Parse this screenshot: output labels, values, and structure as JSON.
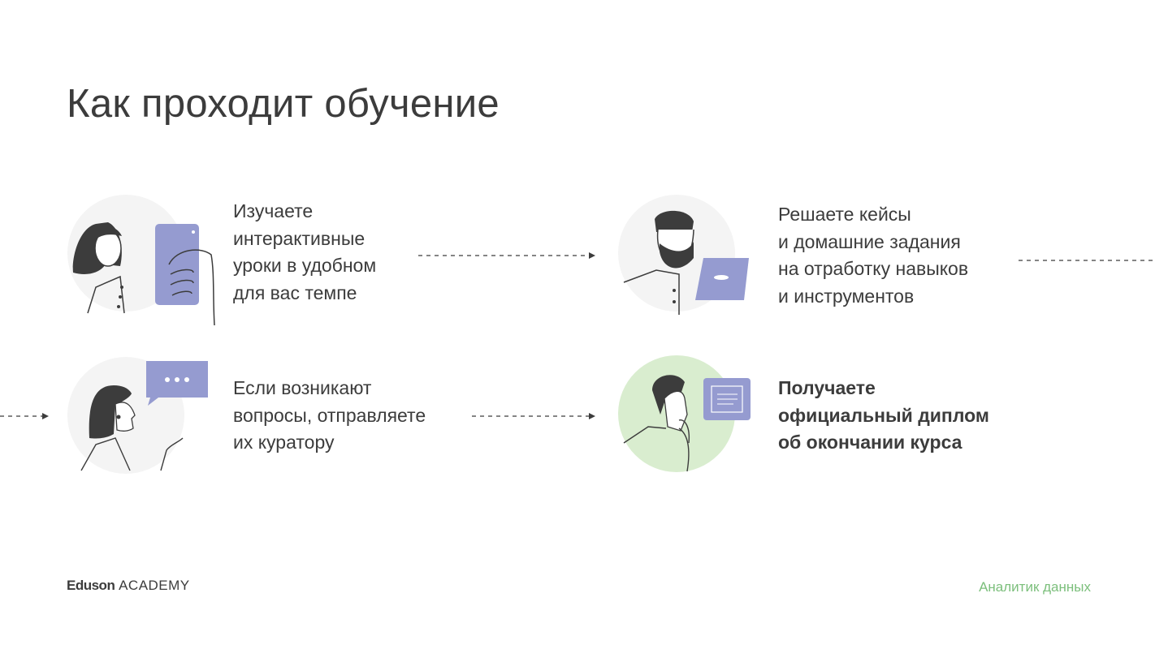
{
  "title": "Как проходит обучение",
  "steps": [
    {
      "lines": [
        "Изучаете",
        "интерактивные",
        "уроки в удобном",
        "для вас темпе"
      ],
      "icon": "woman-with-phone-illustration"
    },
    {
      "lines": [
        "Решаете кейсы",
        "и домашние задания",
        "на отработку навыков",
        "и инструментов"
      ],
      "icon": "man-with-laptop-illustration"
    },
    {
      "lines": [
        "Если возникают",
        "вопросы, отправляете",
        "их куратору"
      ],
      "icon": "woman-with-chat-bubble-illustration"
    },
    {
      "lines": [
        "Получаете",
        "официальный диплом",
        "об окончании курса"
      ],
      "icon": "man-with-diploma-illustration"
    }
  ],
  "footer": {
    "brand_bold": "Eduson",
    "brand_light": "ACADEMY",
    "course": "Аналитик данных"
  },
  "colors": {
    "text": "#3c3c3c",
    "accent_purple": "#959bd0",
    "circle_grey": "#f4f4f4",
    "circle_green": "#d9edcf",
    "course_green": "#7cbf7c"
  }
}
